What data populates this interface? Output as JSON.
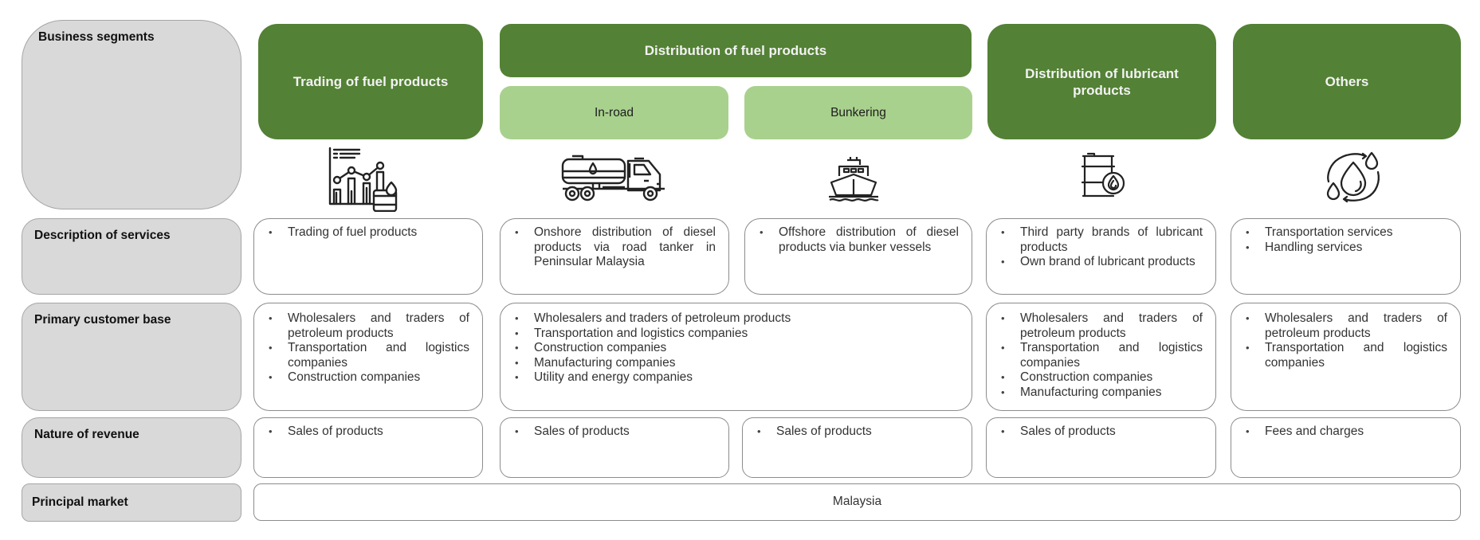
{
  "row_labels": {
    "segments": "Business segments",
    "description": "Description of services",
    "customers": "Primary customer base",
    "revenue": "Nature of revenue",
    "market": "Principal market"
  },
  "segments": {
    "trading": {
      "title": "Trading of fuel products",
      "icon": "chart-fuel-icon",
      "description": [
        "Trading of fuel products"
      ],
      "customers": [
        "Wholesalers and traders of petroleum products",
        "Transportation and logistics companies",
        "Construction companies"
      ],
      "revenue": [
        "Sales of products"
      ]
    },
    "distribution": {
      "title": "Distribution of fuel products",
      "customers": [
        "Wholesalers and traders of petroleum products",
        "Transportation and logistics companies",
        "Construction companies",
        "Manufacturing companies",
        "Utility and energy companies"
      ],
      "subsegments": {
        "inroad": {
          "title": "In-road",
          "icon": "tanker-truck-icon",
          "description": [
            "Onshore distribution of diesel products via road tanker in Peninsular Malaysia"
          ],
          "revenue": [
            "Sales of products"
          ]
        },
        "bunkering": {
          "title": "Bunkering",
          "icon": "ship-icon",
          "description": [
            "Offshore distribution of diesel products via bunker vessels"
          ],
          "revenue": [
            "Sales of products"
          ]
        }
      }
    },
    "lubricant": {
      "title": "Distribution of lubricant products",
      "icon": "oil-barrel-icon",
      "description": [
        "Third party brands of lubricant products",
        "Own brand of lubricant products"
      ],
      "customers": [
        "Wholesalers and traders of petroleum products",
        "Transportation and logistics companies",
        "Construction companies",
        "Manufacturing companies"
      ],
      "revenue": [
        "Sales of products"
      ]
    },
    "others": {
      "title": "Others",
      "icon": "oil-drops-cycle-icon",
      "description": [
        "Transportation services",
        "Handling services"
      ],
      "customers": [
        "Wholesalers and traders of petroleum products",
        "Transportation and logistics companies"
      ],
      "revenue": [
        "Fees and charges"
      ]
    }
  },
  "principal_market": "Malaysia",
  "colors": {
    "header_dark_green": "#538135",
    "header_light_green": "#a9d18e",
    "label_grey": "#d9d9d9"
  }
}
